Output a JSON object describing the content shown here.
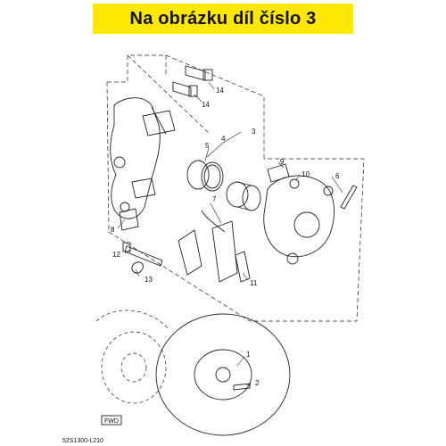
{
  "banner": {
    "title": "Na obrázku díl číslo 3",
    "color": "#ffe800"
  },
  "callouts": [
    "1",
    "2",
    "3",
    "4",
    "5",
    "6",
    "7",
    "8",
    "9",
    "10",
    "11",
    "12",
    "13",
    "14",
    "14"
  ],
  "fwd_label": "FWD",
  "diagram_code": "52S1300-L210"
}
